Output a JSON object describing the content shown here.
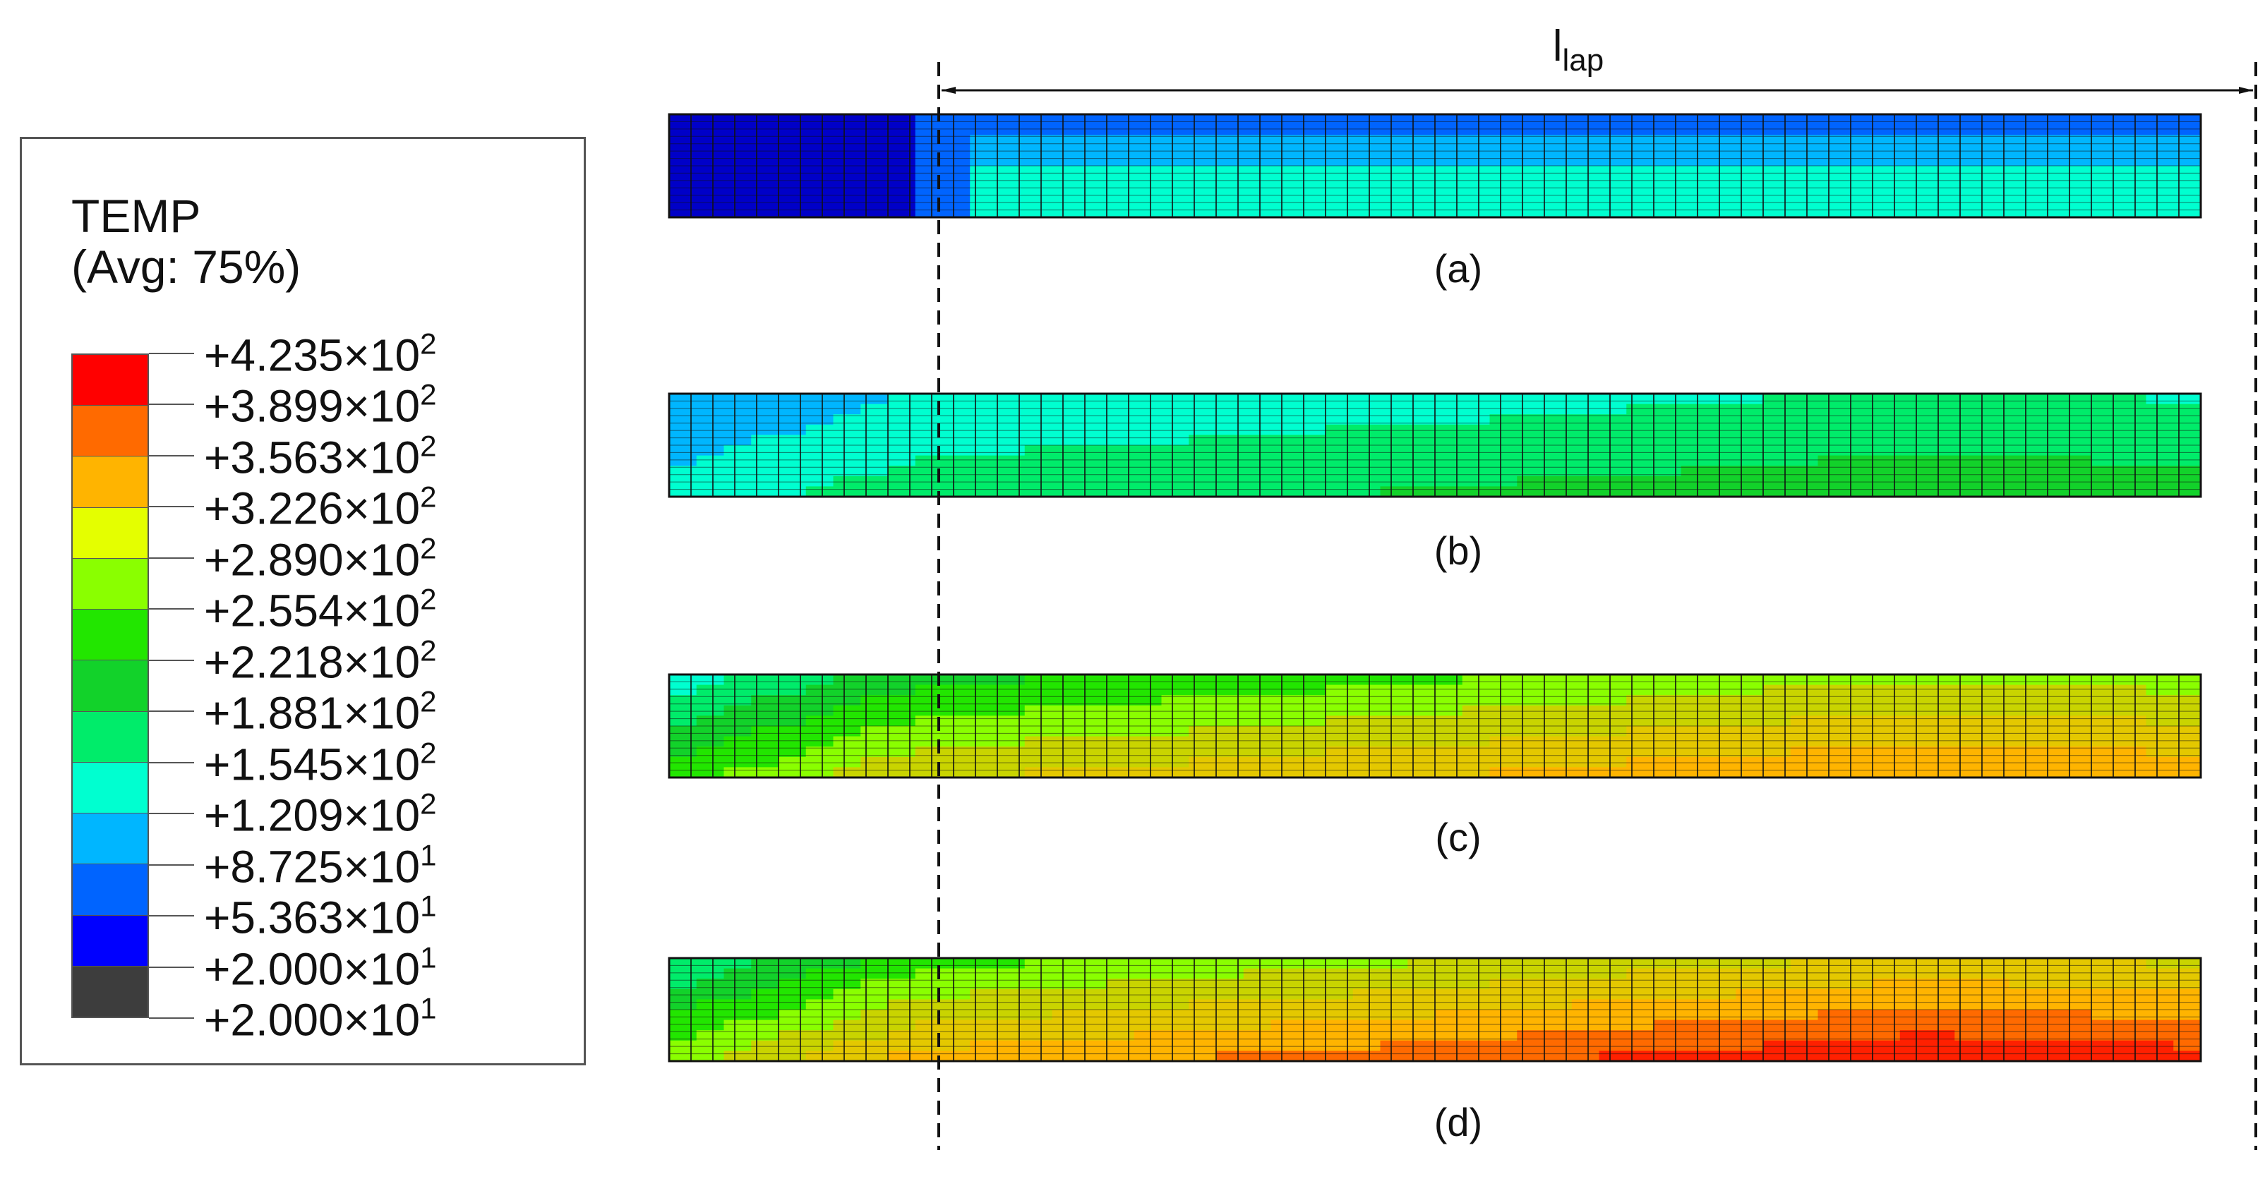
{
  "legend": {
    "title": "TEMP",
    "subtitle": "(Avg: 75%)",
    "ticks": [
      {
        "mantissa": "+4.235",
        "times": "×",
        "base": "10",
        "exp": "2"
      },
      {
        "mantissa": "+3.899",
        "times": "×",
        "base": "10",
        "exp": "2"
      },
      {
        "mantissa": "+3.563",
        "times": "×",
        "base": "10",
        "exp": "2"
      },
      {
        "mantissa": "+3.226",
        "times": "×",
        "base": "10",
        "exp": "2"
      },
      {
        "mantissa": "+2.890",
        "times": "×",
        "base": "10",
        "exp": "2"
      },
      {
        "mantissa": "+2.554",
        "times": "×",
        "base": "10",
        "exp": "2"
      },
      {
        "mantissa": "+2.218",
        "times": "×",
        "base": "10",
        "exp": "2"
      },
      {
        "mantissa": "+1.881",
        "times": "×",
        "base": "10",
        "exp": "2"
      },
      {
        "mantissa": "+1.545",
        "times": "×",
        "base": "10",
        "exp": "2"
      },
      {
        "mantissa": "+1.209",
        "times": "×",
        "base": "10",
        "exp": "2"
      },
      {
        "mantissa": "+8.725",
        "times": "×",
        "base": "10",
        "exp": "1"
      },
      {
        "mantissa": "+5.363",
        "times": "×",
        "base": "10",
        "exp": "1"
      },
      {
        "mantissa": "+2.000",
        "times": "×",
        "base": "10",
        "exp": "1"
      },
      {
        "mantissa": "+2.000",
        "times": "×",
        "base": "10",
        "exp": "1"
      }
    ],
    "colors": [
      "#ff0000",
      "#ff6a00",
      "#ffb400",
      "#e4ff00",
      "#8aff00",
      "#22e600",
      "#12d22a",
      "#00ec6a",
      "#00ffd0",
      "#00b6ff",
      "#0064ff",
      "#0000ff",
      "#3d3d3d"
    ]
  },
  "dimension_label": {
    "main": "l",
    "sub": "lap"
  },
  "panels": [
    {
      "caption": "(a)",
      "level": 0.0
    },
    {
      "caption": "(b)",
      "level": 0.38
    },
    {
      "caption": "(c)",
      "level": 0.78
    },
    {
      "caption": "(d)",
      "level": 0.92
    }
  ]
}
